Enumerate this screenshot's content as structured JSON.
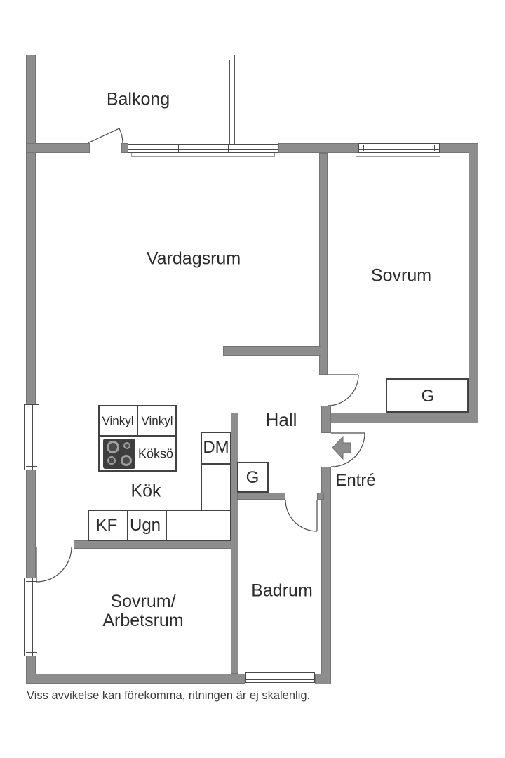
{
  "colors": {
    "wall": "#8d8d8d",
    "line": "#4a4a4a",
    "text": "#2c2c2c"
  },
  "rooms": {
    "balkong": {
      "label": "Balkong"
    },
    "vardagsrum": {
      "label": "Vardagsrum"
    },
    "sovrum": {
      "label": "Sovrum"
    },
    "hall": {
      "label": "Hall"
    },
    "kok": {
      "label": "Kök"
    },
    "entre": {
      "label": "Entré"
    },
    "badrum": {
      "label": "Badrum"
    },
    "sovrum_arbetsrum": {
      "line1": "Sovrum/",
      "line2": "Arbetsrum"
    }
  },
  "fixtures": {
    "vinkyl_left": "Vinkyl",
    "vinkyl_right": "Vinkyl",
    "kokso": "Köksö",
    "dm": "DM",
    "kf": "KF",
    "ugn": "Ugn",
    "g_hall": "G",
    "g_sovrum": "G"
  },
  "footer": {
    "disclaimer": "Viss avvikelse kan förekomma, ritningen är ej skalenlig."
  }
}
